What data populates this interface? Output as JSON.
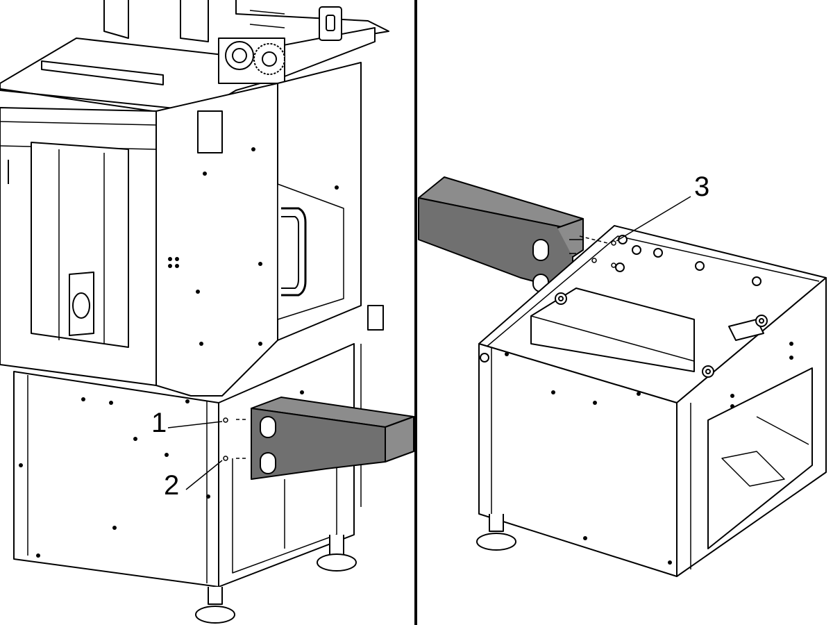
{
  "callouts": {
    "c1": "1",
    "c2": "2",
    "c3": "3"
  },
  "colors": {
    "bracket_fill": "#707070",
    "bracket_side": "#8c8c8c",
    "line": "#000000",
    "background": "#ffffff"
  }
}
